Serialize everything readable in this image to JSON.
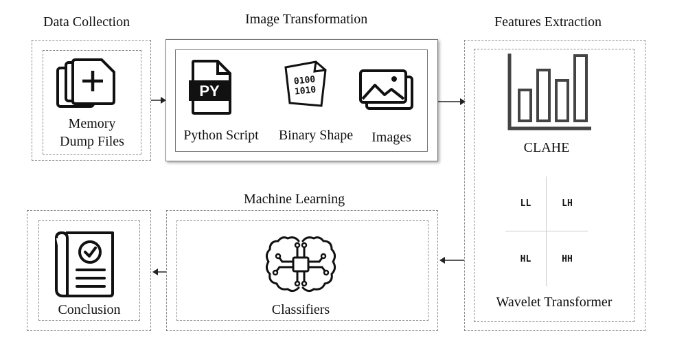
{
  "stages": {
    "data_collection": {
      "title": "Data Collection",
      "label_line1": "Memory",
      "label_line2": "Dump Files"
    },
    "image_transformation": {
      "title": "Image Transformation",
      "items": [
        {
          "label": "Python Script",
          "icon": "python-file-icon",
          "badge": "PY"
        },
        {
          "label": "Binary Shape",
          "icon": "binary-file-icon"
        },
        {
          "label": "Images",
          "icon": "image-gallery-icon"
        }
      ]
    },
    "features_extraction": {
      "title": "Features Extraction",
      "clahe_label": "CLAHE",
      "wavelet_label": "Wavelet Transformer",
      "wavelet_cells": [
        "LL",
        "LH",
        "HL",
        "HH"
      ]
    },
    "machine_learning": {
      "title": "Machine Learning",
      "label": "Classifiers"
    },
    "conclusion": {
      "label": "Conclusion"
    }
  },
  "colors": {
    "line": "#222222",
    "dash_border": "#8a8a8a",
    "solid_border": "#777777"
  }
}
